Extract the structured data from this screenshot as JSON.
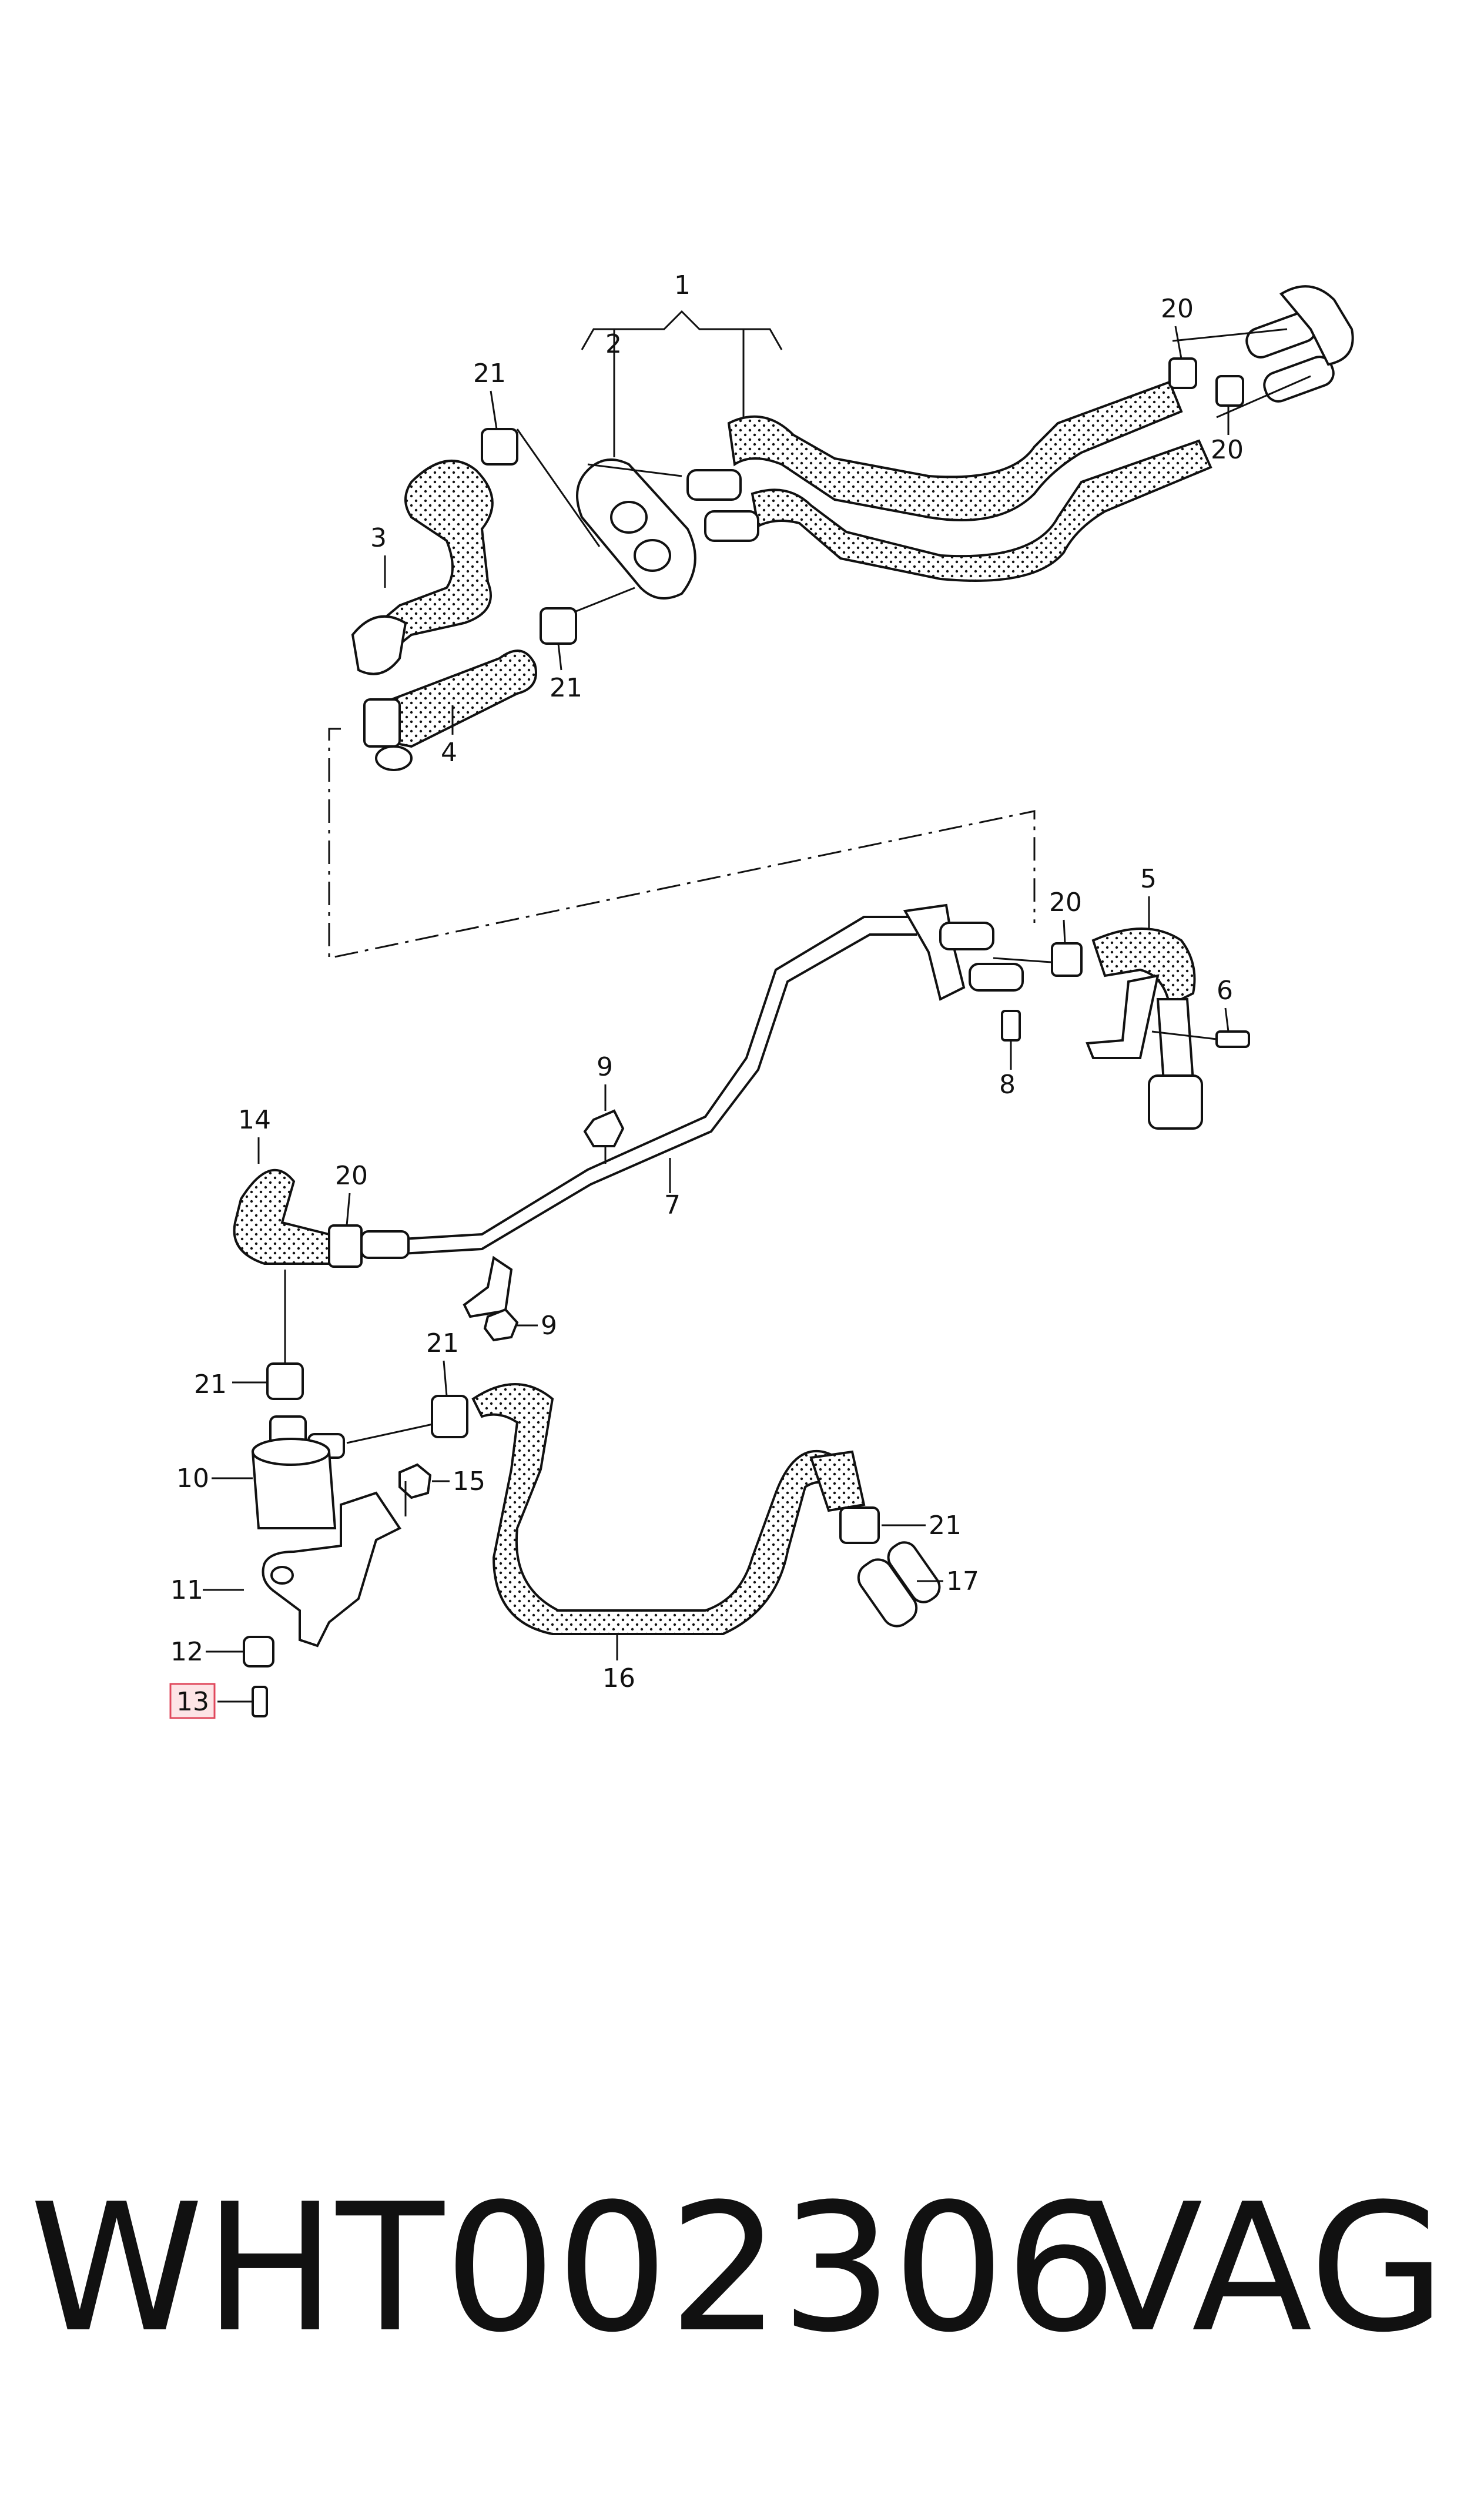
{
  "callouts": {
    "c1": "1",
    "c2": "2",
    "c3": "3",
    "c4": "4",
    "c5": "5",
    "c6": "6",
    "c7": "7",
    "c8": "8",
    "c9a": "9",
    "c9b": "9",
    "c10": "10",
    "c11": "11",
    "c12": "12",
    "c13": "13",
    "c14": "14",
    "c15": "15",
    "c16": "16",
    "c17": "17",
    "c20a": "20",
    "c20b": "20",
    "c20c": "20",
    "c20d": "20",
    "c21a": "21",
    "c21b": "21",
    "c21c": "21",
    "c21d": "21",
    "c21e": "21"
  },
  "highlighted_callout": "13",
  "highlight_color": "#e0485c",
  "footer": {
    "part_number": "WHT002306",
    "brand": "VAG"
  }
}
